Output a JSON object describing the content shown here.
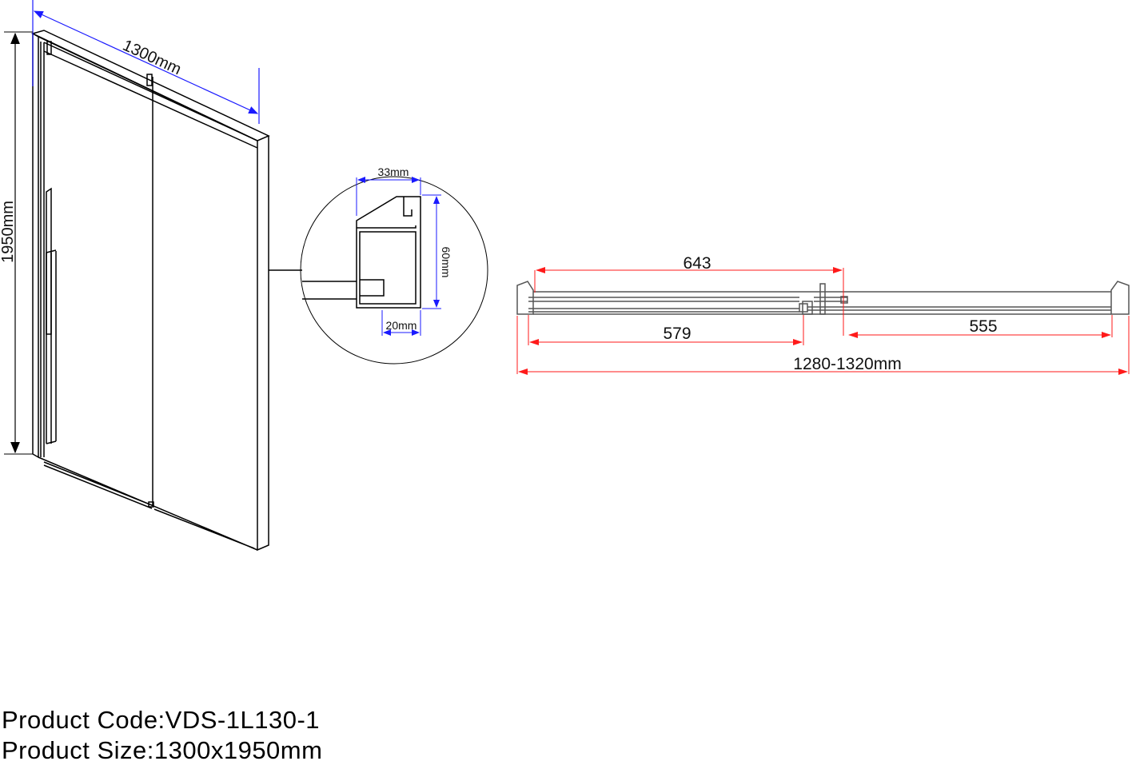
{
  "colors": {
    "line": "#000000",
    "blue_dimension": "#1a1aff",
    "red_dimension": "#ff1a1a"
  },
  "elevation": {
    "width_label": "1300mm",
    "height_label": "1950mm"
  },
  "profile_detail": {
    "top_width": "33mm",
    "bottom_width": "20mm",
    "height": "60mm"
  },
  "plan_view": {
    "dim_643": "643",
    "dim_579": "579",
    "dim_555": "555",
    "overall": "1280-1320mm"
  },
  "product": {
    "code_label": "Product Code:",
    "code_value": "VDS-1L130-1",
    "size_label": "Product Size:",
    "size_value": "1300x1950mm"
  }
}
